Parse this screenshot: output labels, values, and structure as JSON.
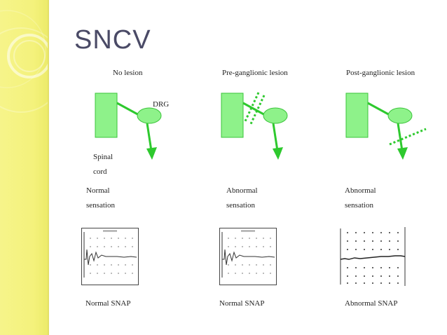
{
  "slide": {
    "title": "SNCV"
  },
  "panels": [
    {
      "header": "No lesion",
      "sensation": [
        "Normal",
        "sensation"
      ],
      "snap": "Normal SNAP"
    },
    {
      "header": "Pre-ganglionic lesion",
      "sensation": [
        "Abnormal",
        "sensation"
      ],
      "snap": "Normal SNAP"
    },
    {
      "header": "Post-ganglionic lesion",
      "sensation": [
        "Abnormal",
        "sensation"
      ],
      "snap": "Abnormal SNAP"
    }
  ],
  "labels": {
    "drg": "DRG",
    "spinal_cord": [
      "Spinal",
      "cord"
    ]
  },
  "colors": {
    "accent_green": "#2ec92e",
    "fill_green": "#8ef28a",
    "sidebar": "#f4f27c",
    "title": "#4a4a66"
  }
}
